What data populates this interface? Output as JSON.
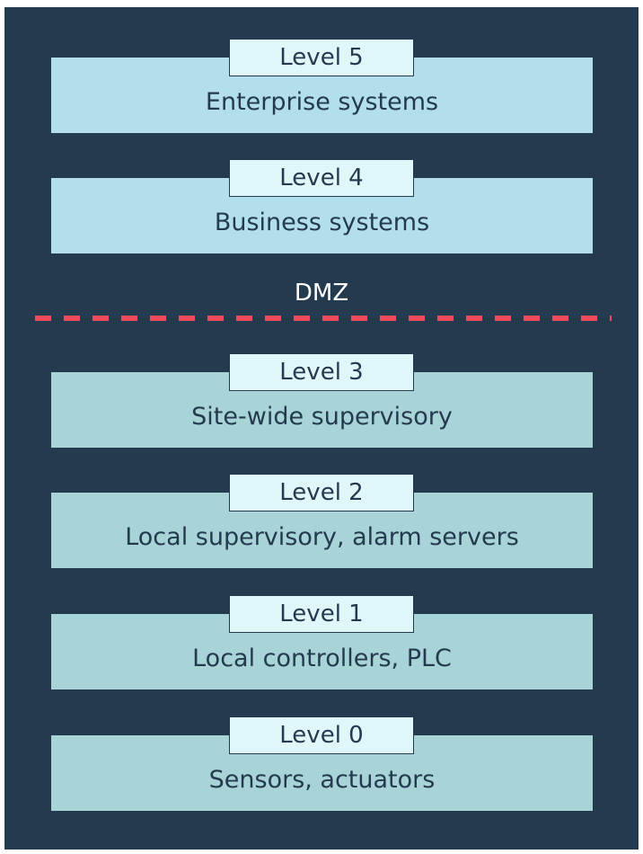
{
  "colors": {
    "background": "#233a4f",
    "upper_box": "#b3dfec",
    "lower_box": "#a8d4d8",
    "tag": "#e0f7fa",
    "text": "#233a4f",
    "dmz_line": "#ee4c5c"
  },
  "upper_levels": [
    {
      "tag": "Level 5",
      "description": "Enterprise systems"
    },
    {
      "tag": "Level 4",
      "description": "Business systems"
    }
  ],
  "dmz": {
    "label": "DMZ"
  },
  "lower_levels": [
    {
      "tag": "Level 3",
      "description": "Site-wide supervisory"
    },
    {
      "tag": "Level 2",
      "description": "Local supervisory, alarm servers"
    },
    {
      "tag": "Level 1",
      "description": "Local controllers, PLC"
    },
    {
      "tag": "Level 0",
      "description": "Sensors, actuators"
    }
  ]
}
